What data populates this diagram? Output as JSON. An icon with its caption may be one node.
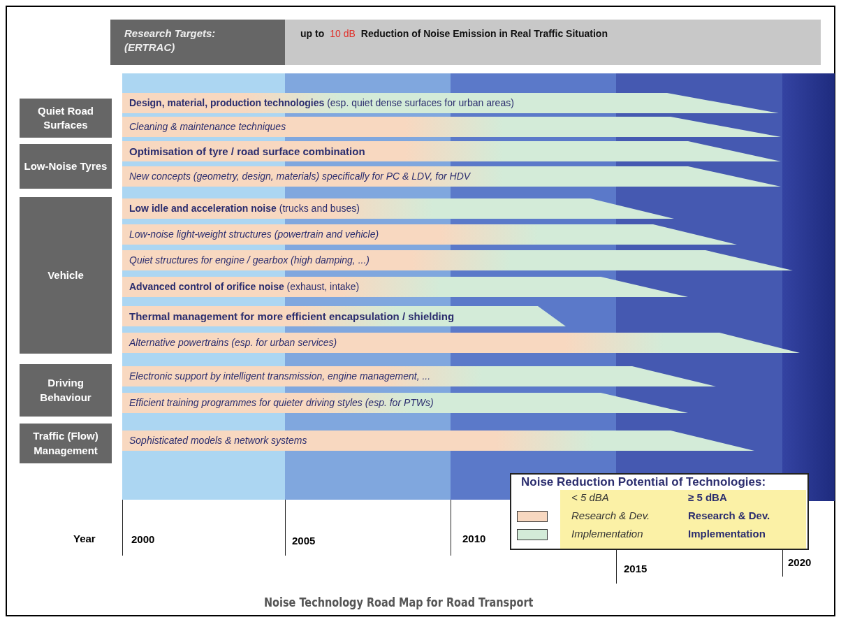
{
  "diagram": {
    "caption": "Noise Technology Road Map for Road Transport",
    "nodes": [
      {
        "text": [
          "Research Targets: (ERTRAC)"
        ]
      },
      {
        "text": [
          "up to",
          "10 dB",
          "Reduction of Noise Emission in Real Traffic Situation"
        ]
      },
      {
        "text": [
          "Quiet Road Surfaces"
        ]
      },
      {
        "text": [
          "**Design, material, production technologies** (esp. quiet dense surfaces for urban areas)"
        ]
      },
      {
        "text": [
          "Cleaning & maintenance techniques"
        ]
      },
      {
        "text": [
          "Low-Noise Tyres"
        ]
      },
      {
        "text": [
          "Optimisation of tyre / road surface combination"
        ]
      },
      {
        "text": [
          "New concepts (geometry, design, materials) specifically for PC & LDV, for HDV"
        ]
      },
      {
        "text": [
          "Vehicle"
        ]
      },
      {
        "text": [
          "**Low idle and acceleration noise** (trucks and buses)"
        ]
      },
      {
        "text": [
          "Low-noise light-weight structures (powertrain and vehicle)"
        ]
      },
      {
        "text": [
          "Quiet structures for engine / gearbox (high damping, ...)"
        ]
      },
      {
        "text": [
          "**Advanced control of orifice noise** (exhaust, intake)"
        ]
      },
      {
        "text": [
          "Thermal management for more efficient encapsulation / shielding"
        ]
      },
      {
        "text": [
          "Alternative powertrains (esp. for urban services)"
        ]
      },
      {
        "text": [
          "Driving Behaviour"
        ]
      },
      {
        "text": [
          "Electronic support by intelligent transmission, engine management, ..."
        ]
      },
      {
        "text": [
          "Efficient training programmes for quieter driving styles (esp. for PTWs)"
        ]
      },
      {
        "text": [
          "Traffic (Flow) Management"
        ]
      },
      {
        "text": [
          "Sophisticated models & network systems"
        ]
      }
    ],
    "labels": [
      "Year",
      "2000",
      "2005",
      "2010",
      "Noise Reduction Potential of Technologies:",
      "< 5 dBA",
      "≥ 5 dBA",
      "Research & Dev.",
      "Implementation",
      "2015",
      "2020"
    ],
    "legend": [
      {
        "text": "Research & Dev.",
        "color": "#f8d8c0"
      },
      {
        "text": "Implementation",
        "color": "#d3ebd8"
      }
    ]
  }
}
